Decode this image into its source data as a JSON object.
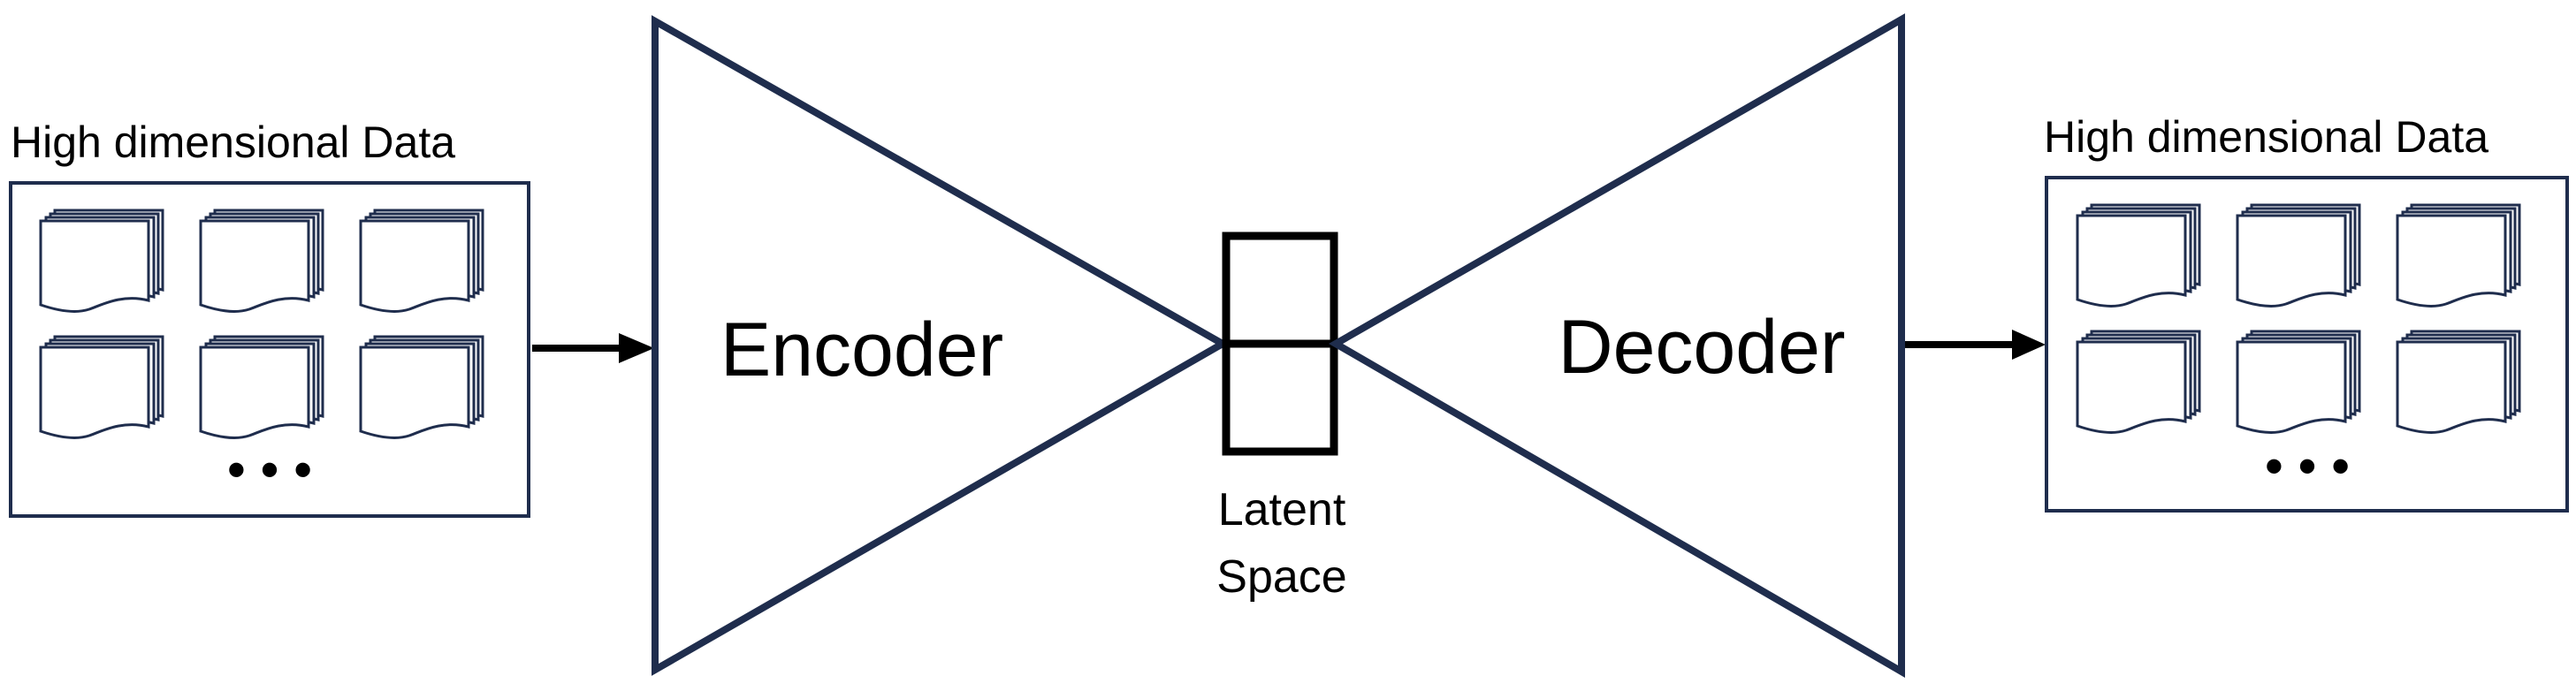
{
  "input": {
    "title": "High dimensional Data",
    "ellipsis": "• • •"
  },
  "encoder": {
    "label": "Encoder"
  },
  "latent": {
    "label_line1": "Latent",
    "label_line2": "Space"
  },
  "decoder": {
    "label": "Decoder"
  },
  "output": {
    "title": "High dimensional Data",
    "ellipsis": "• • •"
  },
  "colors": {
    "stroke": "#1f2d4d",
    "latent_stroke": "#000000",
    "text": "#000000",
    "background": "#ffffff"
  }
}
